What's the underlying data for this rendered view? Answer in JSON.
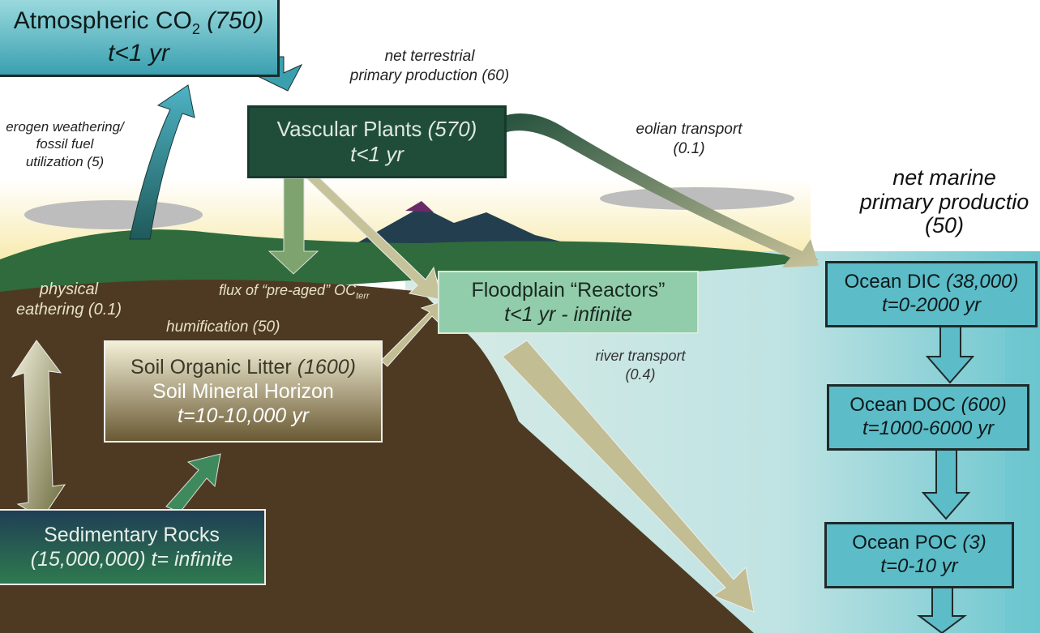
{
  "colors": {
    "ocean": "#8fd0d6",
    "soil": "#4e3a22",
    "plant_box": "#1f4d3a",
    "ocean_box": "#5cbcc8",
    "floodplain": "#92cdab",
    "atm": "#56b8c4"
  },
  "boxes": {
    "atmospheric": {
      "name": "Atmospheric CO",
      "sub": "2",
      "value": "(750)",
      "time": "t<1 yr"
    },
    "vascular": {
      "name": "Vascular Plants",
      "value": "(570)",
      "time": "t<1 yr"
    },
    "floodplain": {
      "name": "Floodplain “Reactors”",
      "time": "t<1 yr - infinite"
    },
    "soil": {
      "name": "Soil Organic Litter",
      "value": "(1600)",
      "name2": "Soil Mineral Horizon",
      "time": "t=10-10,000 yr"
    },
    "sedimentary": {
      "name": "Sedimentary Rocks",
      "value": "(15,000,000)",
      "time": "t= infinite"
    },
    "ocean_dic": {
      "name": "Ocean DIC",
      "value": "(38,000)",
      "time": "t=0-2000 yr"
    },
    "ocean_doc": {
      "name": "Ocean DOC",
      "value": "(600)",
      "time": "t=1000-6000 yr"
    },
    "ocean_poc": {
      "name": "Ocean POC",
      "value": "(3)",
      "time": "t=0-10 yr"
    }
  },
  "fluxes": {
    "terrestrial_npp": [
      "net terrestrial",
      "primary production (60)"
    ],
    "kerogen": [
      "erogen weathering/",
      "fossil fuel",
      "utilization (5)"
    ],
    "eolian": [
      "eolian transport",
      "(0.1)"
    ],
    "marine_npp": [
      "net marine",
      "primary productio",
      "(50)"
    ],
    "physical": [
      "physical",
      "eathering (0.1)"
    ],
    "preaged": {
      "text": "flux of “pre-aged” OC",
      "sub": "terr"
    },
    "humification": "humification (50)",
    "river": [
      "river transport",
      "(0.4)"
    ]
  }
}
